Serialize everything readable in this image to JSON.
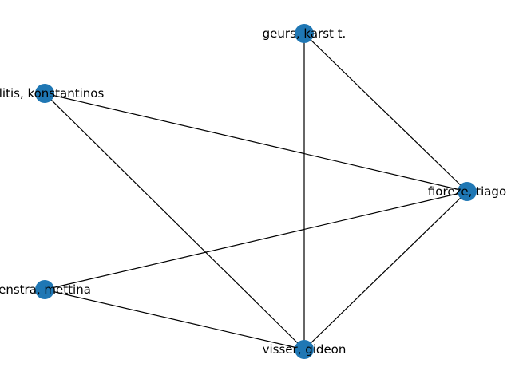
{
  "graph": {
    "node_color": "#1f77b4",
    "edge_color": "#000000",
    "nodes": [
      {
        "id": "geurs",
        "label": "geurs, karst t."
      },
      {
        "id": "salitis",
        "label": "salitis, konstantinos"
      },
      {
        "id": "fioreze",
        "label": "fioreze, tiago"
      },
      {
        "id": "enstra",
        "label": "enstra, mettina"
      },
      {
        "id": "visser",
        "label": "visser, gideon"
      }
    ],
    "edges": [
      [
        "geurs",
        "fioreze"
      ],
      [
        "geurs",
        "visser"
      ],
      [
        "salitis",
        "fioreze"
      ],
      [
        "salitis",
        "visser"
      ],
      [
        "fioreze",
        "enstra"
      ],
      [
        "fioreze",
        "visser"
      ],
      [
        "enstra",
        "visser"
      ]
    ]
  }
}
